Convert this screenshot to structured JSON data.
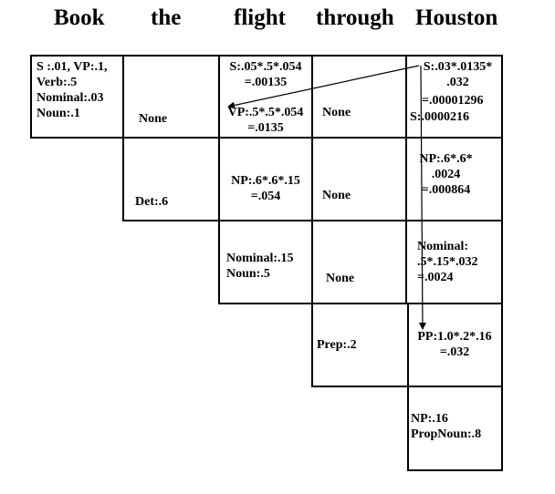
{
  "words": [
    "Book",
    "the",
    "flight",
    "through",
    "Houston"
  ],
  "cells": {
    "c00": "S :.01, VP:.1,\nVerb:.5\nNominal:.03\nNoun:.1",
    "c01": "None",
    "c02_top": "S:.05*.5*.054\n=.00135",
    "c02_bottom": "VP:.5*.5*.054\n=.0135",
    "c03": "None",
    "c04_top": "S:.03*.0135*\n.032",
    "c04_mid": "=.00001296",
    "c04_bottom": "S:.0000216",
    "c11": "Det:.6",
    "c12": "NP:.6*.6*.15\n=.054",
    "c13": "None",
    "c14": "NP:.6*.6*\n.0024\n=.000864",
    "c22": "Nominal:.15\nNoun:.5",
    "c23": "None",
    "c24": "Nominal:\n.5*.15*.032\n=.0024",
    "c33": "Prep:.2",
    "c34": "PP:1.0*.2*.16\n=.032",
    "c44": "NP:.16\nPropNoun:.8"
  }
}
